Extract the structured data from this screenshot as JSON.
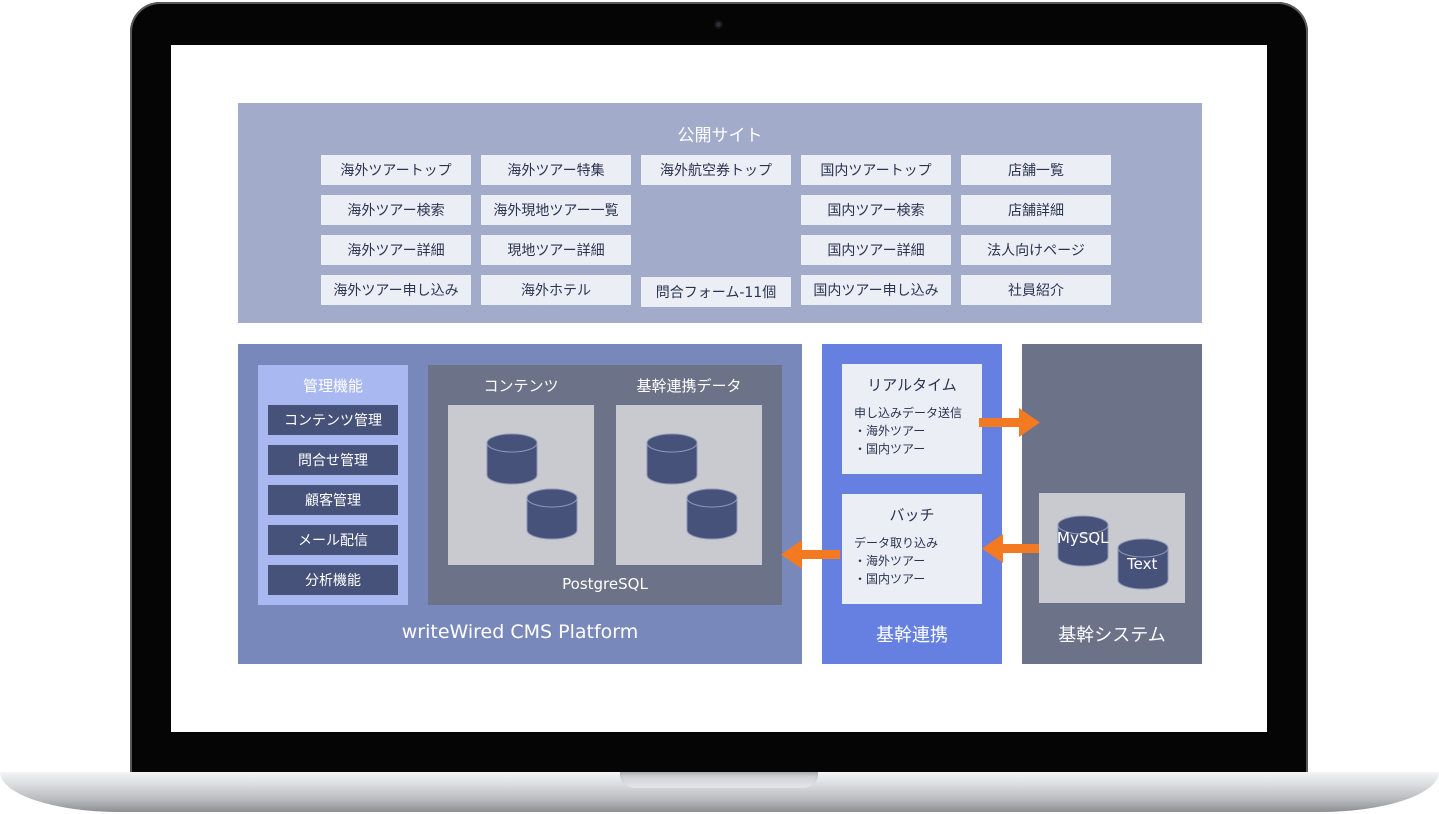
{
  "public_site": {
    "title": "公開サイト",
    "boxes": [
      [
        "海外ツアートップ",
        "海外ツアー特集",
        "海外航空券トップ",
        "国内ツアートップ",
        "店舗一覧"
      ],
      [
        "海外ツアー検索",
        "海外現地ツアー一覧",
        "",
        "国内ツアー検索",
        "店舗詳細"
      ],
      [
        "海外ツアー詳細",
        "現地ツアー詳細",
        "",
        "国内ツアー詳細",
        "法人向けページ"
      ],
      [
        "海外ツアー申し込み",
        "海外ホテル",
        "問合フォーム-11個",
        "国内ツアー申し込み",
        "社員紹介"
      ]
    ]
  },
  "cms": {
    "label": "writeWired CMS Platform",
    "admin": {
      "title": "管理機能",
      "items": [
        "コンテンツ管理",
        "問合せ管理",
        "顧客管理",
        "メール配信",
        "分析機能"
      ]
    },
    "db": {
      "content_title": "コンテンツ",
      "core_data_title": "基幹連携データ",
      "engine": "PostgreSQL"
    }
  },
  "integration": {
    "label": "基幹連携",
    "realtime": {
      "title": "リアルタイム",
      "lines": [
        "申し込みデータ送信",
        "・海外ツアー",
        "・国内ツアー"
      ]
    },
    "batch": {
      "title": "バッチ",
      "lines": [
        "データ取り込み",
        "・海外ツアー",
        "・国内ツアー"
      ]
    }
  },
  "core_system": {
    "label": "基幹システム",
    "stores": [
      "MySQL",
      "Text"
    ]
  },
  "colors": {
    "public_bg": "#a2abca",
    "cms_bg": "#7988bb",
    "integration_bg": "#6580e0",
    "core_bg": "#6c7287",
    "cylinder": "#46527a",
    "arrow": "#f47a22"
  }
}
